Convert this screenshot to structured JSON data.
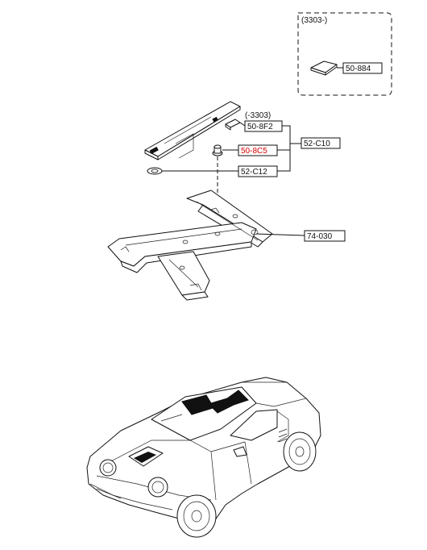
{
  "inset": {
    "range_label": "(3303-)",
    "part_label": "50-884"
  },
  "callouts": {
    "range_label": "(-3303)",
    "clip": "50-8F2",
    "fastener": "50-8C5",
    "group": "52-C10",
    "grommet": "52-C12",
    "tunnel": "74-030"
  },
  "colors": {
    "ink": "#111111",
    "highlight": "#d40000"
  }
}
